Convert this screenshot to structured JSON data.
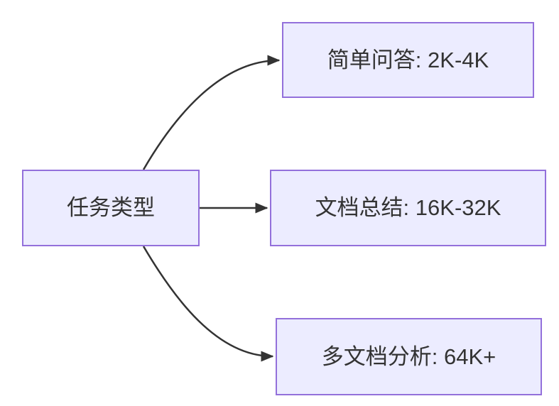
{
  "diagram": {
    "type": "flowchart",
    "direction": "left-to-right",
    "nodes": [
      {
        "id": "root",
        "label": "任务类型"
      },
      {
        "id": "qa",
        "label": "简单问答: 2K-4K"
      },
      {
        "id": "summary",
        "label": "文档总结: 16K-32K"
      },
      {
        "id": "multidoc",
        "label": "多文档分析: 64K+"
      }
    ],
    "edges": [
      {
        "from": "任务类型",
        "to": "简单问答: 2K-4K",
        "style": "curved-up-arrow"
      },
      {
        "from": "任务类型",
        "to": "文档总结: 16K-32K",
        "style": "straight-arrow"
      },
      {
        "from": "任务类型",
        "to": "多文档分析: 64K+",
        "style": "curved-down-arrow"
      }
    ],
    "colors": {
      "background": "#ffffff",
      "node_fill": "#ECECFF",
      "node_border": "#9370DB",
      "edge_stroke": "#333333",
      "text": "#333333"
    }
  }
}
